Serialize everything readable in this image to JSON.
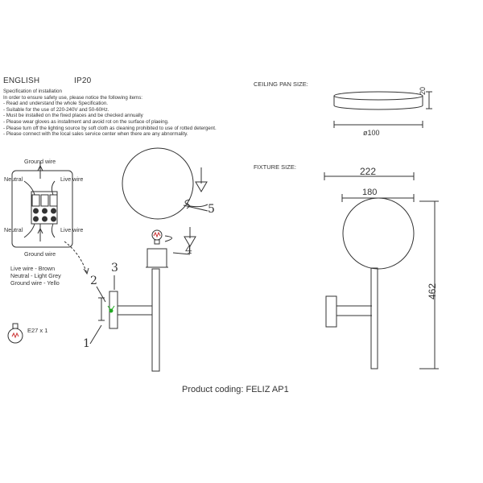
{
  "header": {
    "language": "ENGLISH",
    "ip_rating": "IP20"
  },
  "spec": {
    "title": "Specification of installation",
    "intro": "In order to ensure safety use, please notice the following items:",
    "items": [
      "- Read and understand the whole Specification.",
      "- Suitable for the use of 220-240V and 50-60Hz.",
      "- Must be installed on the fixed places and be checked annually",
      "- Please wear gloves as installment and avoid rot on the surface of plaeing.",
      "- Please turn off the lighting source by soft cloth as cleaning prohibited to use of rotted detergent.",
      "- Please connect with the local sales service center when there are any abnormality."
    ]
  },
  "wiring": {
    "ground_top": "Ground wire",
    "neutral_top": "Neutral",
    "live_top": "Live wire",
    "neutral_bottom": "Neutral",
    "live_bottom": "Live wire",
    "ground_bottom": "Ground wire",
    "legend": [
      "Live wire - Brown",
      "Neutral - Light Grey",
      "Ground wire - Yello"
    ]
  },
  "bulb": {
    "label": "E27 x 1"
  },
  "parts": {
    "p1": "1",
    "p2": "2",
    "p3": "3",
    "p4": "4",
    "p5": "5"
  },
  "ceiling_pan": {
    "title": "CEILING PAN  SIZE:",
    "diameter": "ø100",
    "height": "20"
  },
  "fixture": {
    "title": "FIXTURE SIZE:",
    "width_outer": "222",
    "width_globe": "180",
    "height": "462"
  },
  "product_coding": "Product coding: FELIZ AP1"
}
